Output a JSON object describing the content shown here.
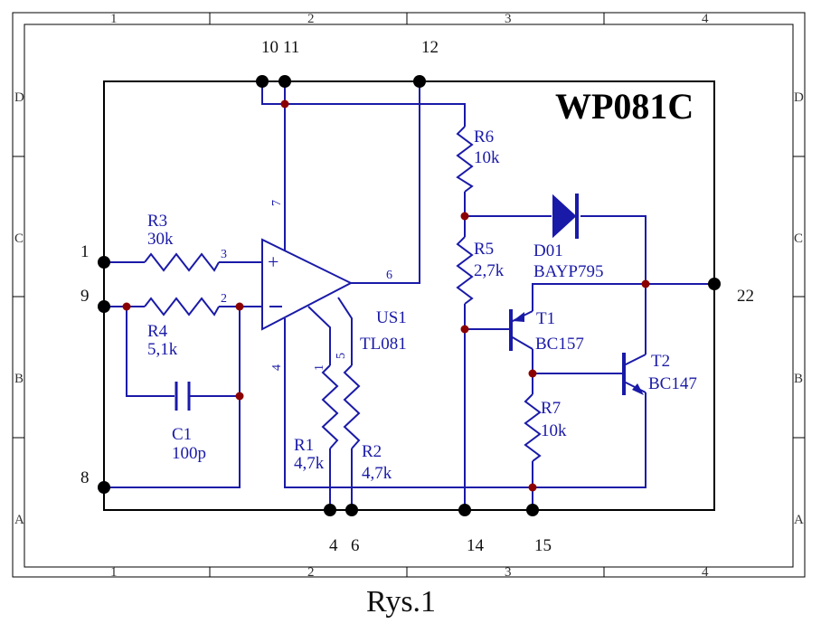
{
  "title": "WP081C",
  "caption": "Rys.1",
  "frame": {
    "columns": [
      "1",
      "2",
      "3",
      "4"
    ],
    "rows": [
      "D",
      "C",
      "B",
      "A"
    ]
  },
  "pins": {
    "p1": "1",
    "p9": "9",
    "p8": "8",
    "p10": "10",
    "p11": "11",
    "p12": "12",
    "p4": "4",
    "p6": "6",
    "p14": "14",
    "p15": "15",
    "p22": "22"
  },
  "components": {
    "R3": {
      "ref": "R3",
      "value": "30k"
    },
    "R4": {
      "ref": "R4",
      "value": "5,1k"
    },
    "C1": {
      "ref": "C1",
      "value": "100p"
    },
    "R1": {
      "ref": "R1",
      "value": "4,7k"
    },
    "R2": {
      "ref": "R2",
      "value": "4,7k"
    },
    "R5": {
      "ref": "R5",
      "value": "2,7k"
    },
    "R6": {
      "ref": "R6",
      "value": "10k"
    },
    "R7": {
      "ref": "R7",
      "value": "10k"
    },
    "D01": {
      "ref": "D01",
      "value": "BAYP795"
    },
    "T1": {
      "ref": "T1",
      "value": "BC157"
    },
    "T2": {
      "ref": "T2",
      "value": "BC147"
    },
    "US1": {
      "ref": "US1",
      "value": "TL081"
    }
  },
  "opamp_pins": {
    "in_plus": "3",
    "in_minus": "2",
    "out": "6",
    "vplus": "7",
    "vminus": "4",
    "off1": "1",
    "off2": "5"
  },
  "colors": {
    "wire": "#1a1aa8",
    "frame": "#000000",
    "junction": "#8b0000",
    "pin": "#000000"
  }
}
